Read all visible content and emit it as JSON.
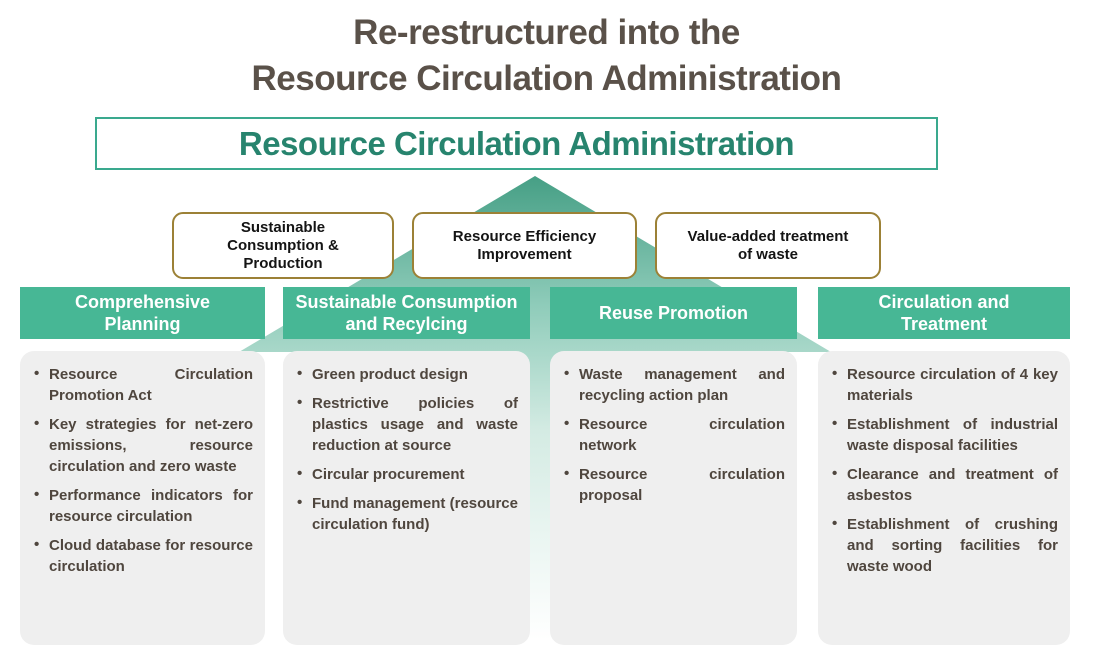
{
  "title": {
    "line1": "Re-restructured into the",
    "line2": "Resource Circulation Administration"
  },
  "admin_box": {
    "label": "Resource Circulation Administration"
  },
  "pillars": [
    {
      "lines": [
        "Sustainable",
        "Consumption &",
        "Production"
      ]
    },
    {
      "lines": [
        "Resource Efficiency",
        "Improvement"
      ]
    },
    {
      "lines": [
        "Value-added treatment",
        "of waste"
      ]
    }
  ],
  "columns": [
    {
      "header_lines": [
        "Comprehensive",
        "Planning"
      ],
      "items": [
        "Resource Circulation Promotion Act",
        "Key strategies for net-zero emissions, resource circulation and zero waste",
        "Performance indicators for resource circulation",
        "Cloud database for resource circulation"
      ]
    },
    {
      "header_lines": [
        "Sustainable Consumption",
        "and Recylcing"
      ],
      "items": [
        "Green product design",
        "Restrictive policies of plastics usage and waste reduction at source",
        "Circular procurement",
        "Fund management (resource circulation fund)"
      ]
    },
    {
      "header_lines": [
        "Reuse Promotion"
      ],
      "items": [
        "Waste management and recycling action plan",
        "Resource circulation network",
        "Resource circulation proposal"
      ]
    },
    {
      "header_lines": [
        "Circulation and",
        "Treatment"
      ],
      "items": [
        "Resource circulation of 4 key materials",
        "Establishment of industrial waste disposal facilities",
        "Clearance and treatment of asbestos",
        "Establishment of crushing and sorting facilities for waste wood"
      ]
    }
  ],
  "colors": {
    "teal_header": "#47b795",
    "teal_border": "#3aa98e",
    "teal_text": "#27846e",
    "arrow_top": "#469f85",
    "arrow_fade": "#ffffff",
    "gold_border": "#9c8136",
    "title_text": "#5a5149",
    "bullet_text": "#4f463e",
    "card_bg": "#efefef"
  }
}
